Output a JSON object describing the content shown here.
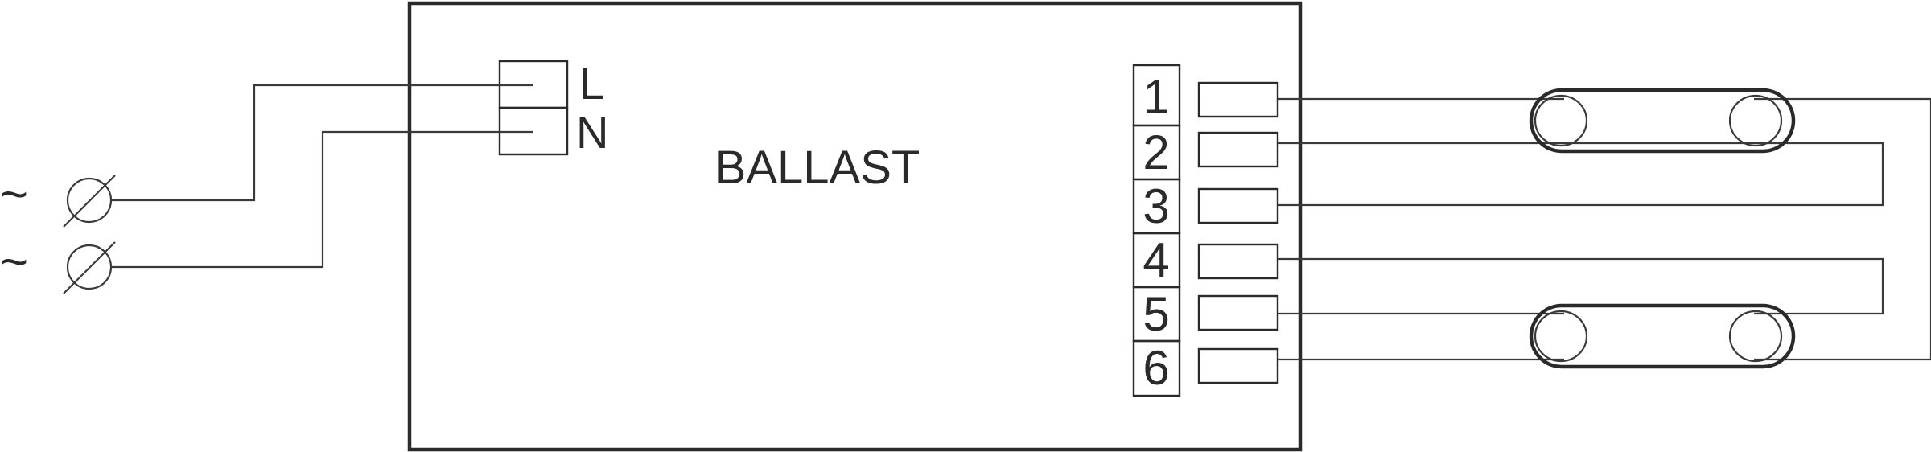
{
  "ballast": {
    "label": "BALLAST"
  },
  "input_terminals": {
    "line": "L",
    "neutral": "N"
  },
  "supply": {
    "ac_symbol": "~"
  },
  "output_terminals": [
    "1",
    "2",
    "3",
    "4",
    "5",
    "6"
  ],
  "colors": {
    "line": "#3a3a3a",
    "outline": "#2a2a2a",
    "background": "#ffffff"
  }
}
